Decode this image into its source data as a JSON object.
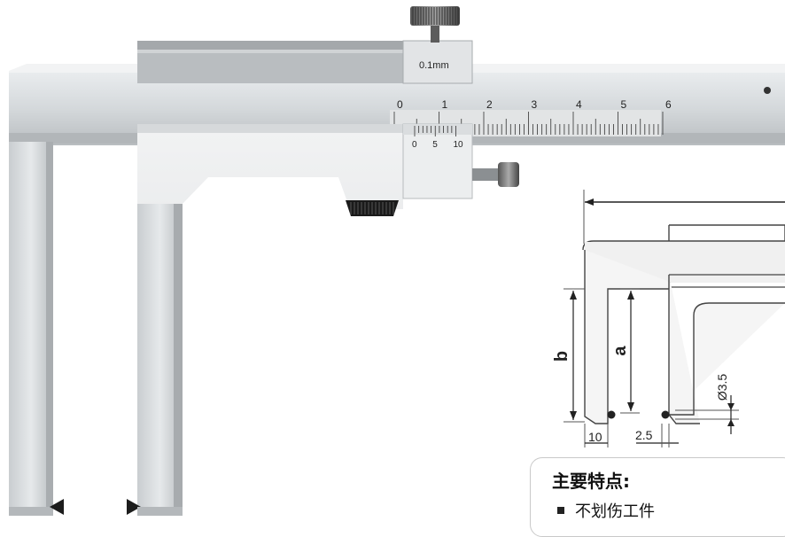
{
  "caliper": {
    "scale_numbers": [
      "0",
      "1",
      "2",
      "3",
      "4",
      "5",
      "6"
    ],
    "vernier_numbers": [
      "0",
      "5",
      "10"
    ],
    "resolution_label": "0.1mm"
  },
  "diagram": {
    "label_b": "b",
    "label_a": "a",
    "dim_tip_diameter": "Ø3.5",
    "dim_jaw_width": "10",
    "dim_offset": "2.5"
  },
  "features": {
    "title": "主要特点:",
    "items": [
      "不划伤工件"
    ]
  }
}
